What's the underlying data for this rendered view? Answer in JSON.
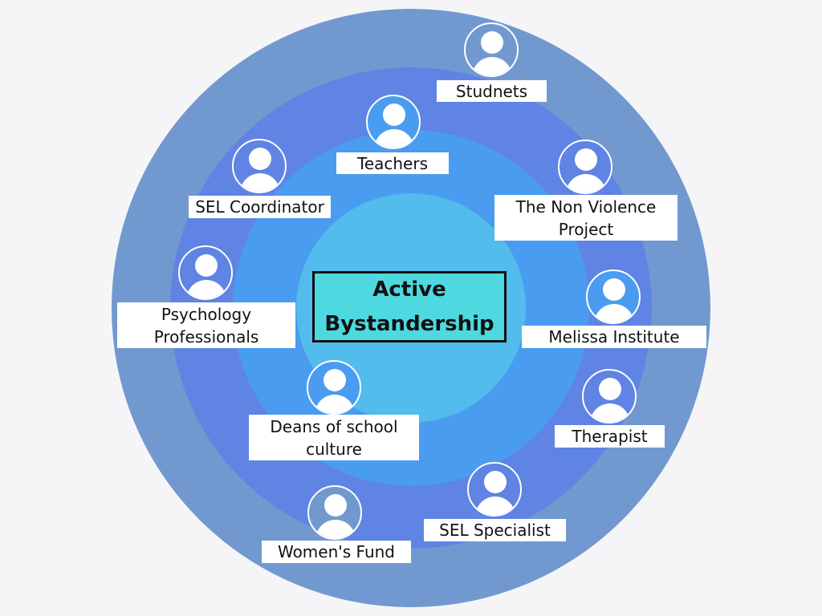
{
  "colors": {
    "background": "#f5f5f7",
    "ring_outer": "#7299cf",
    "ring_2": "#5f84e4",
    "ring_3": "#4a9cf0",
    "ring_inner": "#52bced",
    "center_fill": "#4ed8e0"
  },
  "center": {
    "line1": "Active",
    "line2": "Bystandership"
  },
  "nodes": [
    {
      "id": "studnets",
      "lines": [
        "Studnets"
      ]
    },
    {
      "id": "teachers",
      "lines": [
        "Teachers"
      ]
    },
    {
      "id": "sel-coordinator",
      "lines": [
        "SEL Coordinator"
      ]
    },
    {
      "id": "non-violence-project",
      "lines": [
        "The Non Violence",
        "Project"
      ]
    },
    {
      "id": "psychology-professionals",
      "lines": [
        "Psychology",
        "Professionals"
      ]
    },
    {
      "id": "melissa-institute",
      "lines": [
        "Melissa Institute"
      ]
    },
    {
      "id": "deans-of-school-culture",
      "lines": [
        "Deans of school",
        "culture"
      ]
    },
    {
      "id": "therapist",
      "lines": [
        "Therapist"
      ]
    },
    {
      "id": "sel-specialist",
      "lines": [
        "SEL Specialist"
      ]
    },
    {
      "id": "womens-fund",
      "lines": [
        "Women's Fund"
      ]
    }
  ],
  "icons": {
    "person": "person-icon"
  }
}
